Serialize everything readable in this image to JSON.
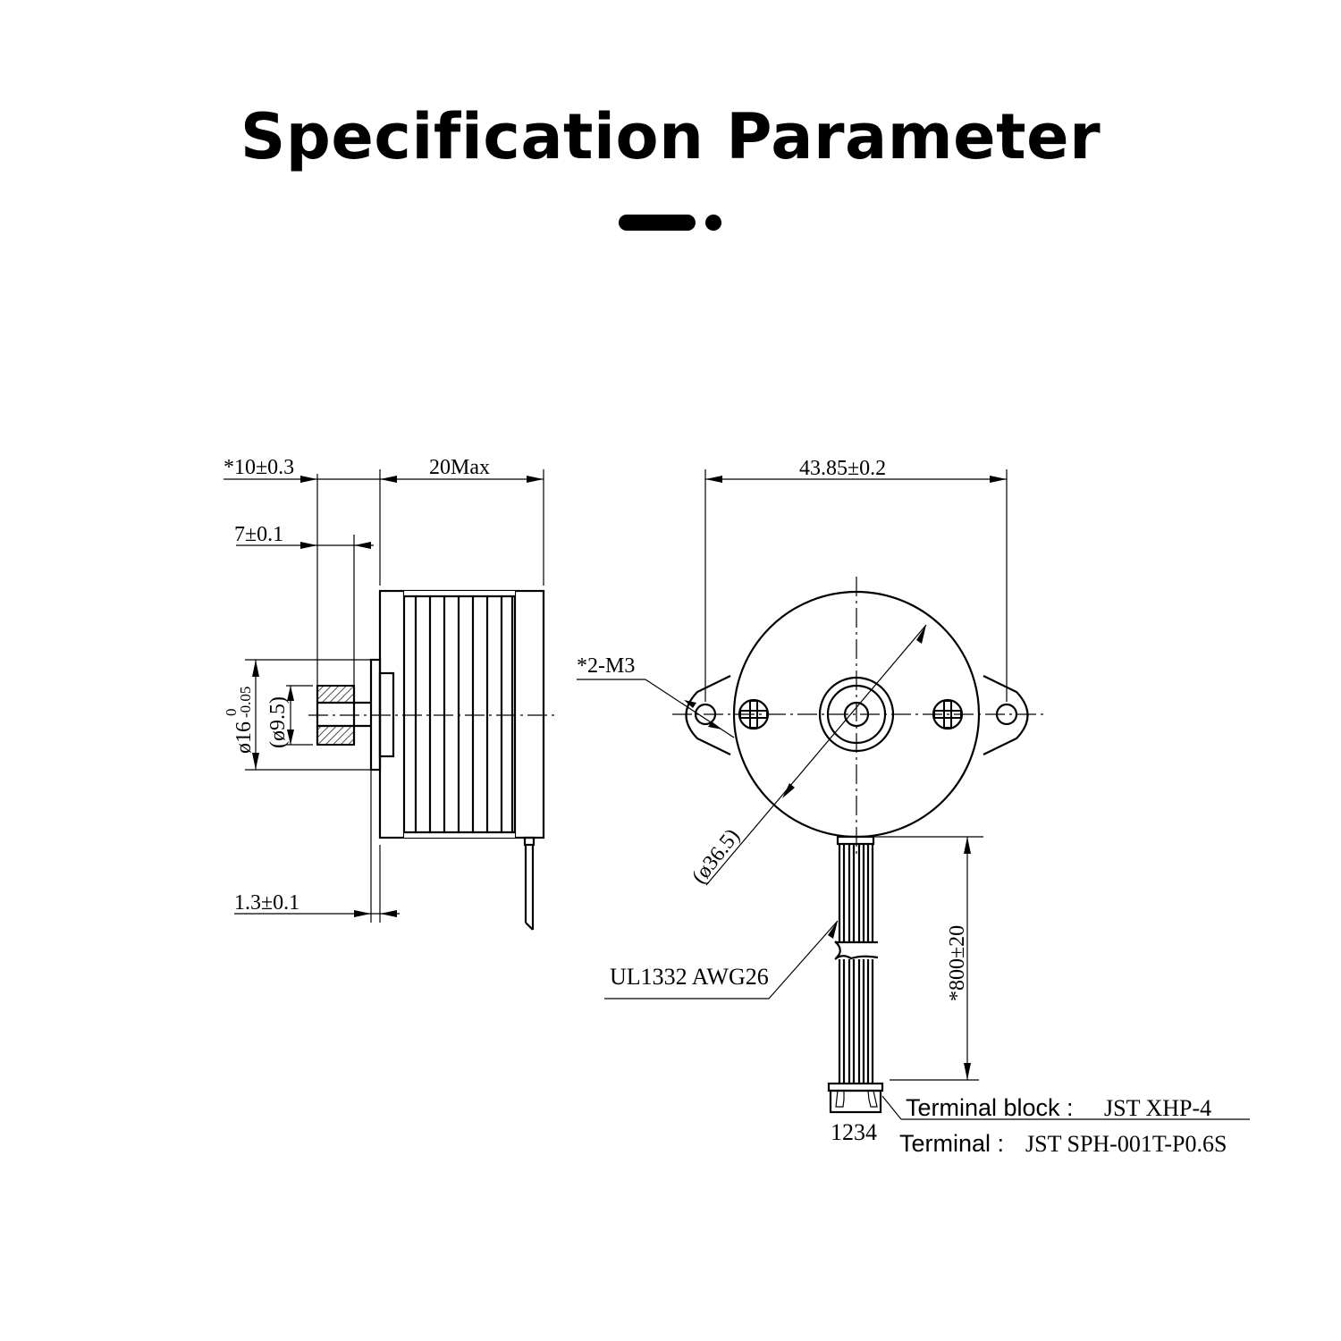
{
  "header": {
    "title": "Specification Parameter"
  },
  "side_view": {
    "dim_total_depth": "*10±0.3",
    "dim_body_length": "20Max",
    "dim_shaft_length": "7±0.1",
    "dim_flange_diameter_base": "ø16",
    "dim_flange_tol_upper": "0",
    "dim_flange_tol_lower": "-0.05",
    "dim_gear_diameter": "(ø9.5)",
    "dim_flange_thickness": "1.3±0.1"
  },
  "front_view": {
    "dim_mount_span": "43.85±0.2",
    "mount_holes": "*2-M3",
    "dim_body_diameter": "(ø36.5)",
    "dim_lead_length": "*800±20",
    "wire_spec": "UL1332 AWG26",
    "pin_numbers": "1234",
    "terminal_block_label": "Terminal block :",
    "terminal_block_value": "JST XHP-4",
    "terminal_label": "Terminal :",
    "terminal_value": "JST SPH-001T-P0.6S"
  }
}
